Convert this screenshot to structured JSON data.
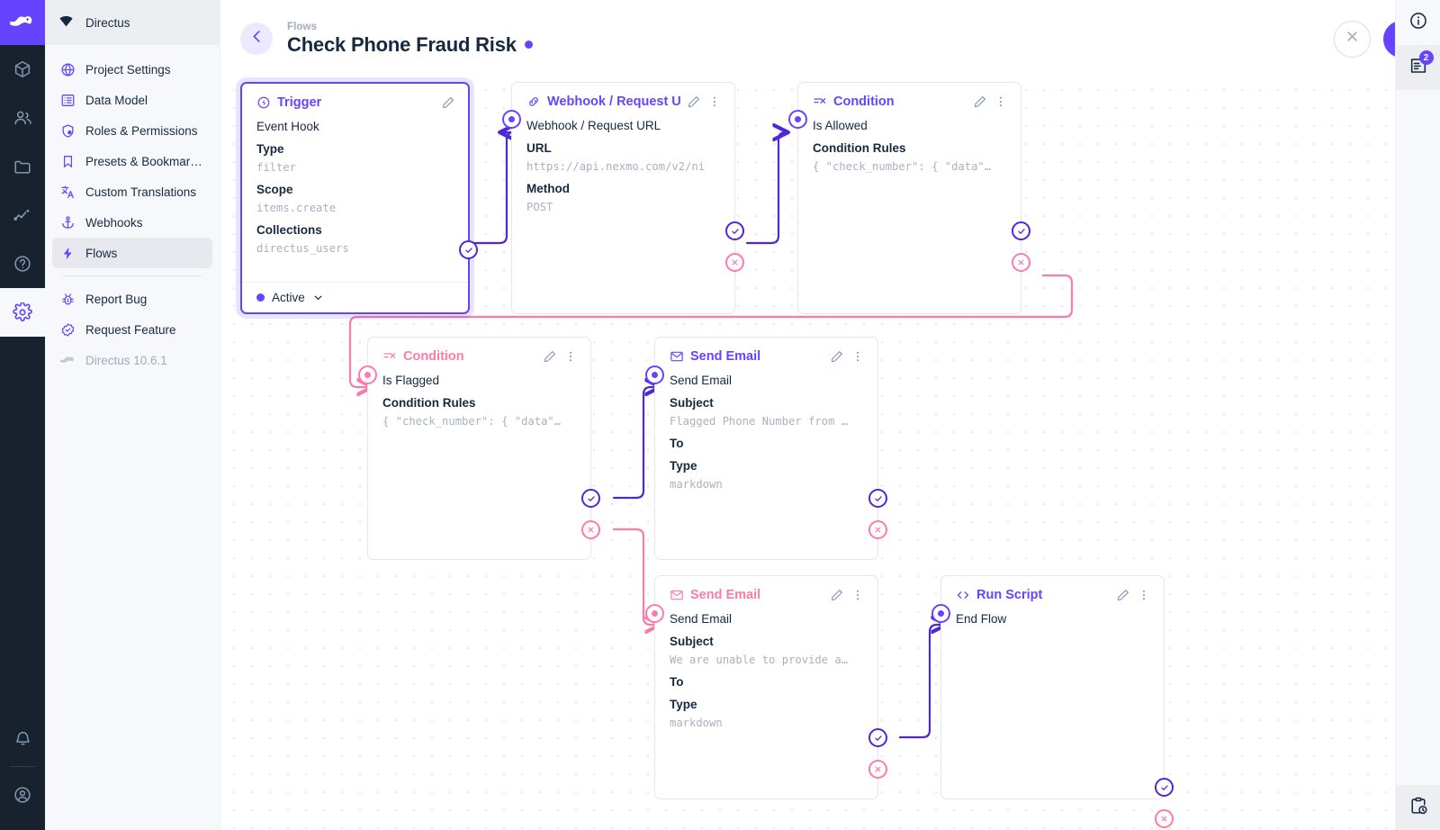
{
  "modulebar": {
    "logo_icon": "directus-rabbit-logo",
    "items": [
      {
        "icon": "box-icon",
        "name": "content",
        "active": false
      },
      {
        "icon": "people-icon",
        "name": "users",
        "active": false
      },
      {
        "icon": "folder-icon",
        "name": "files",
        "active": false
      },
      {
        "icon": "insights-icon",
        "name": "insights",
        "active": false
      },
      {
        "icon": "help-icon",
        "name": "docs",
        "active": false
      },
      {
        "icon": "gear-icon",
        "name": "settings",
        "active": true
      }
    ],
    "bottom": [
      {
        "icon": "bell-icon",
        "name": "notifications"
      },
      {
        "icon": "account-icon",
        "name": "account"
      }
    ]
  },
  "sidebar": {
    "project_name": "Directus",
    "project_icon": "directus-gem-icon",
    "items": [
      {
        "label": "Project Settings",
        "icon": "globe-icon",
        "active": false
      },
      {
        "label": "Data Model",
        "icon": "list-alt-icon",
        "active": false
      },
      {
        "label": "Roles & Permissions",
        "icon": "shield-icon",
        "active": false
      },
      {
        "label": "Presets & Bookmar…",
        "icon": "bookmark-icon",
        "active": false
      },
      {
        "label": "Custom Translations",
        "icon": "translate-icon",
        "active": false
      },
      {
        "label": "Webhooks",
        "icon": "anchor-icon",
        "active": false
      },
      {
        "label": "Flows",
        "icon": "bolt-icon",
        "active": true
      }
    ],
    "footer_items": [
      {
        "label": "Report Bug",
        "icon": "bug-icon"
      },
      {
        "label": "Request Feature",
        "icon": "check-badge-icon"
      }
    ],
    "version": {
      "label": "Directus 10.6.1",
      "icon": "directus-rabbit-logo"
    }
  },
  "header": {
    "back_icon": "arrow-left-icon",
    "breadcrumb": "Flows",
    "title": "Check Phone Fraud Risk",
    "status_dot_color": "#6644ff",
    "cancel_icon": "close-icon",
    "save_icon": "check-icon"
  },
  "rail": {
    "info_icon": "info-icon",
    "logs_icon": "logs-icon",
    "logs_badge": "2",
    "history_icon": "clipboard-clock-icon"
  },
  "colors": {
    "accent": "#6644ff",
    "resolve": "#4f27d8",
    "reject": "#fd7ba9",
    "text": "#172940",
    "muted": "#aab1bd"
  },
  "flow": {
    "nodes": [
      {
        "id": "trigger",
        "header": "Trigger",
        "header_icon": "trigger-bolt-circle-icon",
        "header_color": "accent",
        "selected": true,
        "has_options_menu": false,
        "name": "Event Hook",
        "fields": [
          {
            "label": "Type",
            "value": "filter"
          },
          {
            "label": "Scope",
            "value": "items.create"
          },
          {
            "label": "Collections",
            "value": "directus_users"
          }
        ],
        "footer": {
          "label": "Active",
          "chevron": "chevron-down-icon"
        },
        "ports": {
          "in": false,
          "resolve": true,
          "reject": false
        }
      },
      {
        "id": "webhook",
        "header": "Webhook / Request U",
        "header_icon": "link-icon",
        "header_color": "accent",
        "selected": false,
        "has_options_menu": true,
        "name": "Webhook / Request URL",
        "fields": [
          {
            "label": "URL",
            "value": "https://api.nexmo.com/v2/ni"
          },
          {
            "label": "Method",
            "value": "POST"
          }
        ],
        "ports": {
          "in": "accent",
          "resolve": true,
          "reject": true
        }
      },
      {
        "id": "condition-allowed",
        "header": "Condition",
        "header_icon": "condition-icon",
        "header_color": "accent",
        "selected": false,
        "has_options_menu": true,
        "name": "Is Allowed",
        "fields": [
          {
            "label": "Condition Rules",
            "value": "{ \"check_number\": { \"data\"…"
          }
        ],
        "ports": {
          "in": "accent",
          "resolve": true,
          "reject": true
        }
      },
      {
        "id": "condition-flagged",
        "header": "Condition",
        "header_icon": "condition-icon",
        "header_color": "reject",
        "selected": false,
        "has_options_menu": true,
        "name": "Is Flagged",
        "fields": [
          {
            "label": "Condition Rules",
            "value": "{ \"check_number\": { \"data\"…"
          }
        ],
        "ports": {
          "in": "reject",
          "resolve": true,
          "reject": true
        }
      },
      {
        "id": "send-email-flagged",
        "header": "Send Email",
        "header_icon": "mail-icon",
        "header_color": "accent",
        "selected": false,
        "has_options_menu": true,
        "name": "Send Email",
        "fields": [
          {
            "label": "Subject",
            "value": "Flagged Phone Number from …"
          },
          {
            "label": "To",
            "value": ""
          },
          {
            "label": "Type",
            "value": "markdown"
          }
        ],
        "ports": {
          "in": "accent",
          "resolve": true,
          "reject": true
        }
      },
      {
        "id": "send-email-unable",
        "header": "Send Email",
        "header_icon": "mail-icon",
        "header_color": "reject",
        "selected": false,
        "has_options_menu": true,
        "name": "Send Email",
        "fields": [
          {
            "label": "Subject",
            "value": "We are unable to provide a…"
          },
          {
            "label": "To",
            "value": ""
          },
          {
            "label": "Type",
            "value": "markdown"
          }
        ],
        "ports": {
          "in": "reject",
          "resolve": true,
          "reject": true
        }
      },
      {
        "id": "run-script",
        "header": "Run Script",
        "header_icon": "code-icon",
        "header_color": "accent",
        "selected": false,
        "has_options_menu": true,
        "name": "End Flow",
        "fields": [],
        "ports": {
          "in": "accent",
          "resolve": true,
          "reject": true
        }
      }
    ]
  }
}
